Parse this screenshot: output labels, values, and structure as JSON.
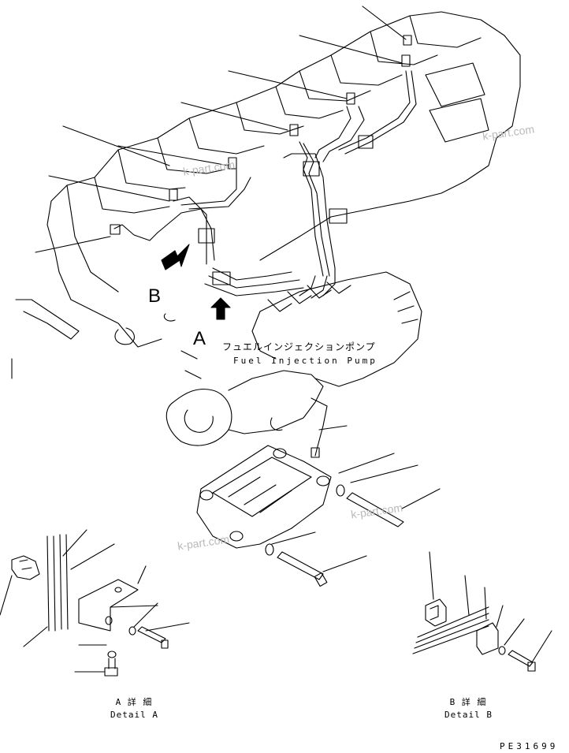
{
  "labels": {
    "view_b": "B",
    "view_a": "A",
    "pump_jp": "フュエルインジェクションポンプ",
    "pump_en": "Fuel Injection Pump",
    "detail_a_jp": "A 詳 細",
    "detail_a_en": "Detail A",
    "detail_b_jp": "B 詳 細",
    "detail_b_en": "Detail B",
    "drawing_code": "PE31699"
  },
  "watermark": {
    "text": "k-part.com",
    "color": "#b9b9b9"
  },
  "colors": {
    "line": "#000000",
    "background": "#ffffff"
  }
}
